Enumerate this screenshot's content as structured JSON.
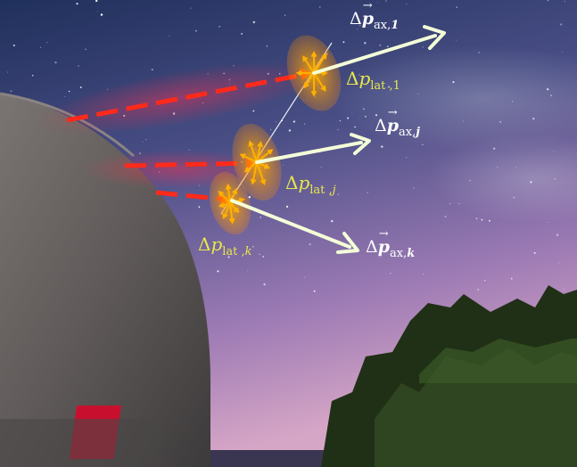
{
  "labels": {
    "ax_1": {
      "symbol": "p",
      "sub": "ax,",
      "idx": "1"
    },
    "ax_j": {
      "symbol": "p",
      "sub": "ax,",
      "idx": "j"
    },
    "ax_k": {
      "symbol": "p",
      "sub": "ax,",
      "idx": "k"
    },
    "lat_1": {
      "symbol": "p",
      "sub": "lat ,",
      "idx": "1"
    },
    "lat_j": {
      "symbol": "p",
      "sub": "lat ,",
      "idx": "j"
    },
    "lat_k": {
      "symbol": "p",
      "sub": "lat ,",
      "idx": "k"
    }
  },
  "colors": {
    "laser": "#ff2a1a",
    "axial_arrow": "#f4ffd8",
    "lateral_arrow": "#ffb000",
    "label_axial": "#ffffff",
    "label_lateral": "#e8e84a"
  }
}
